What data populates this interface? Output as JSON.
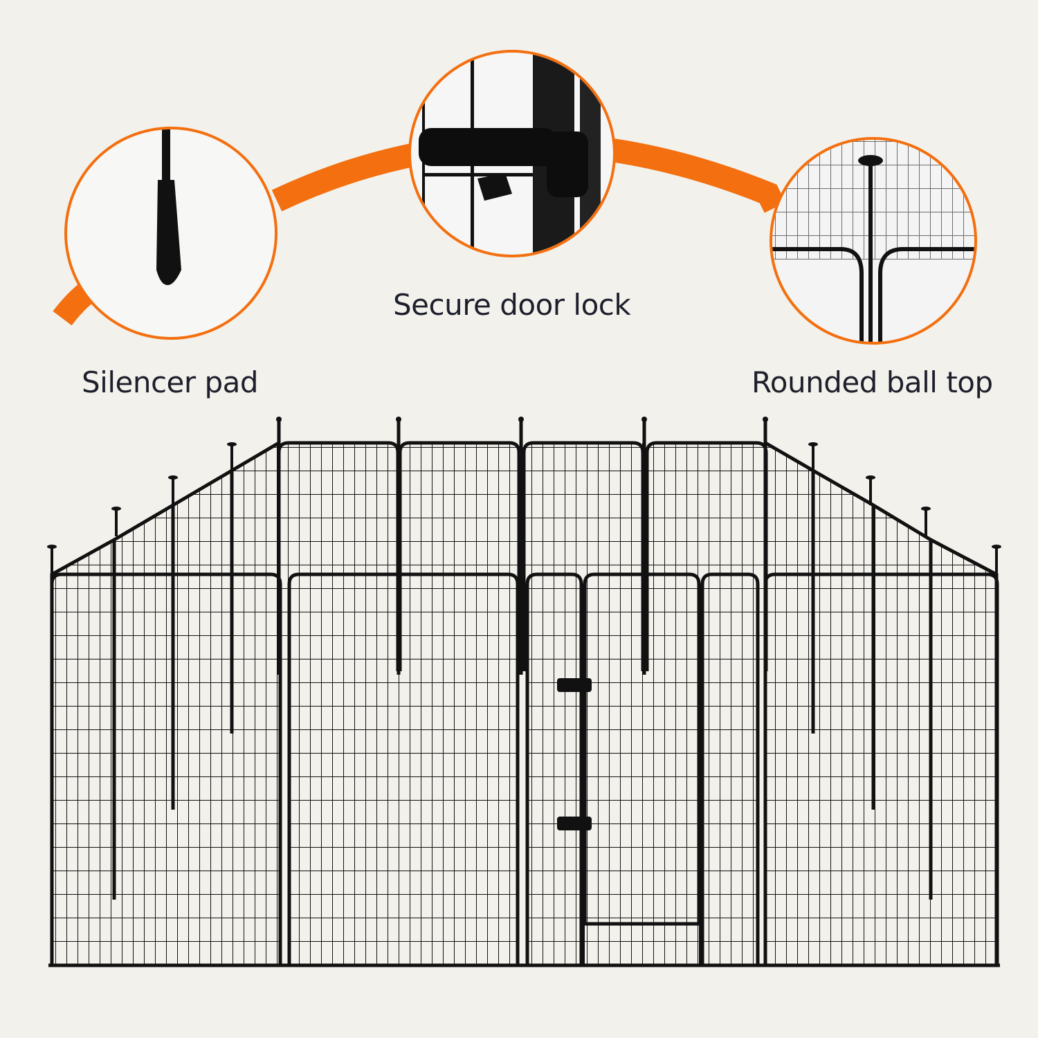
{
  "colors": {
    "background": "#f3f1ec",
    "accent": "#f36f0f",
    "text": "#1d1f2b",
    "metal": "#111111"
  },
  "features": [
    {
      "label": "Silencer pad",
      "icon": "silencer-pad-closeup"
    },
    {
      "label": "Secure door lock",
      "icon": "door-lock-closeup"
    },
    {
      "label": "Rounded ball top",
      "icon": "ball-top-closeup"
    }
  ]
}
